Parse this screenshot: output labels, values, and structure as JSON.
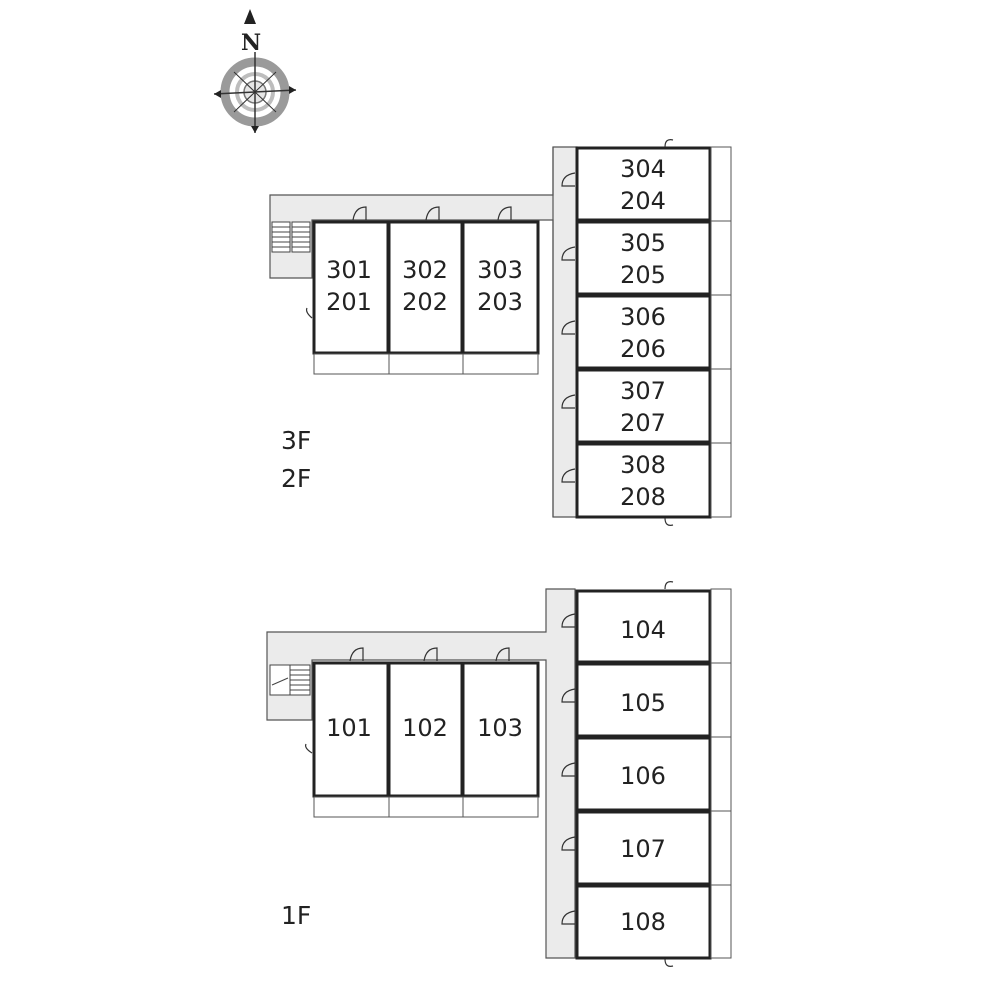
{
  "compass": {
    "north_letter": "N",
    "icon": "compass-rose-icon"
  },
  "upper_floors": {
    "floor_labels": [
      "3F",
      "2F"
    ],
    "units_west": [
      {
        "top": "301",
        "bottom": "201"
      },
      {
        "top": "302",
        "bottom": "202"
      },
      {
        "top": "303",
        "bottom": "203"
      }
    ],
    "units_east": [
      {
        "top": "304",
        "bottom": "204"
      },
      {
        "top": "305",
        "bottom": "205"
      },
      {
        "top": "306",
        "bottom": "206"
      },
      {
        "top": "307",
        "bottom": "207"
      },
      {
        "top": "308",
        "bottom": "208"
      }
    ]
  },
  "ground_floor": {
    "floor_label": "1F",
    "units_west": [
      "101",
      "102",
      "103"
    ],
    "units_east": [
      "104",
      "105",
      "106",
      "107",
      "108"
    ]
  },
  "colors": {
    "corridor": "#ebebeb",
    "wall": "#222222",
    "thin_line": "#555555",
    "compass_ring": "#9a9a9a"
  }
}
